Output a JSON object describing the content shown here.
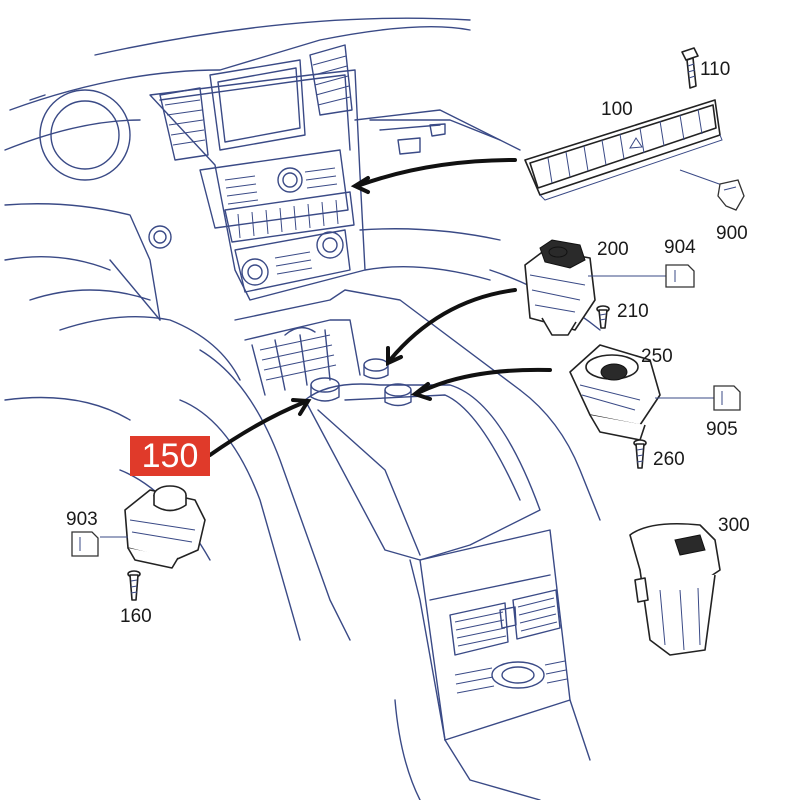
{
  "highlight": {
    "label": "150",
    "color": "#e03a2a"
  },
  "callouts": {
    "p110": "110",
    "p100": "100",
    "p900": "900",
    "p200": "200",
    "p904": "904",
    "p210": "210",
    "p250": "250",
    "p905": "905",
    "p260": "260",
    "p903": "903",
    "p160": "160",
    "p300": "300"
  },
  "colors": {
    "line_art": "#3a4a86",
    "arrows": "#111111"
  }
}
